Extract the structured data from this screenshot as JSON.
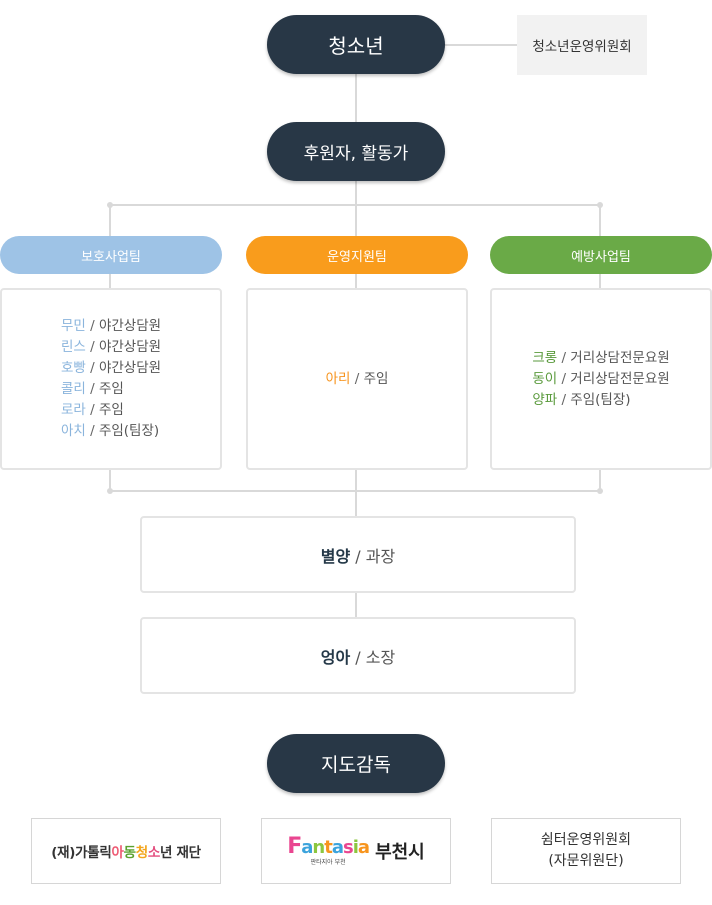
{
  "top": {
    "title": "청소년",
    "committee": "청소년운영위원회"
  },
  "sponsors": {
    "title": "후원자, 활동가"
  },
  "teams": [
    {
      "label": "보호사업팀",
      "color": "#9ec3e6",
      "name_color": "#8ab4dc",
      "members": [
        {
          "name": "무민",
          "sep": " / ",
          "role": "야간상담원"
        },
        {
          "name": "린스",
          "sep": " / ",
          "role": "야간상담원"
        },
        {
          "name": "호빵",
          "sep": " / ",
          "role": "야간상담원"
        },
        {
          "name": "콜리",
          "sep": " / ",
          "role": "주임"
        },
        {
          "name": "로라",
          "sep": " / ",
          "role": "주임"
        },
        {
          "name": "아치",
          "sep": " / ",
          "role": "주임(팀장)"
        }
      ]
    },
    {
      "label": "운영지원팀",
      "color": "#f99c1c",
      "name_color": "#f7941d",
      "members": [
        {
          "name": "아리",
          "sep": " / ",
          "role": "주임"
        }
      ]
    },
    {
      "label": "예방사업팀",
      "color": "#6aaa47",
      "name_color": "#5a9a3c",
      "members": [
        {
          "name": "크롱",
          "sep": " / ",
          "role": "거리상담전문요원"
        },
        {
          "name": "동이",
          "sep": " / ",
          "role": "거리상담전문요원"
        },
        {
          "name": "양파",
          "sep": " / ",
          "role": "주임(팀장)"
        }
      ]
    }
  ],
  "manager": {
    "name": "별양",
    "sep": " / ",
    "role": "과장"
  },
  "director": {
    "name": "엉아",
    "sep": " / ",
    "role": "소장"
  },
  "supervision": {
    "title": "지도감독",
    "orgs": [
      {
        "parts": [
          {
            "text": "(재)가톨릭",
            "color": "#333333"
          },
          {
            "text": "아",
            "color": "#ee5a73"
          },
          {
            "text": "동",
            "color": "#5aa12f"
          },
          {
            "text": "청",
            "color": "#f3a51c"
          },
          {
            "text": "소",
            "color": "#e34d7e"
          },
          {
            "text": "년",
            "color": "#333333"
          },
          {
            "text": " 재단",
            "color": "#333333"
          }
        ]
      },
      {
        "logo_letters": [
          {
            "text": "F",
            "color": "#e94690"
          },
          {
            "text": "a",
            "color": "#3ba3dc"
          },
          {
            "text": "n",
            "color": "#8cc63f"
          },
          {
            "text": "t",
            "color": "#f7941d"
          },
          {
            "text": "a",
            "color": "#3ba3dc"
          },
          {
            "text": "s",
            "color": "#e94690"
          },
          {
            "text": "i",
            "color": "#8cc63f"
          },
          {
            "text": "a",
            "color": "#f7941d"
          }
        ],
        "logo_sub": "판타지아 부천",
        "city": "부천시"
      },
      {
        "line1": "쉼터운영위원회",
        "line2": "(자문위원단)"
      }
    ]
  }
}
